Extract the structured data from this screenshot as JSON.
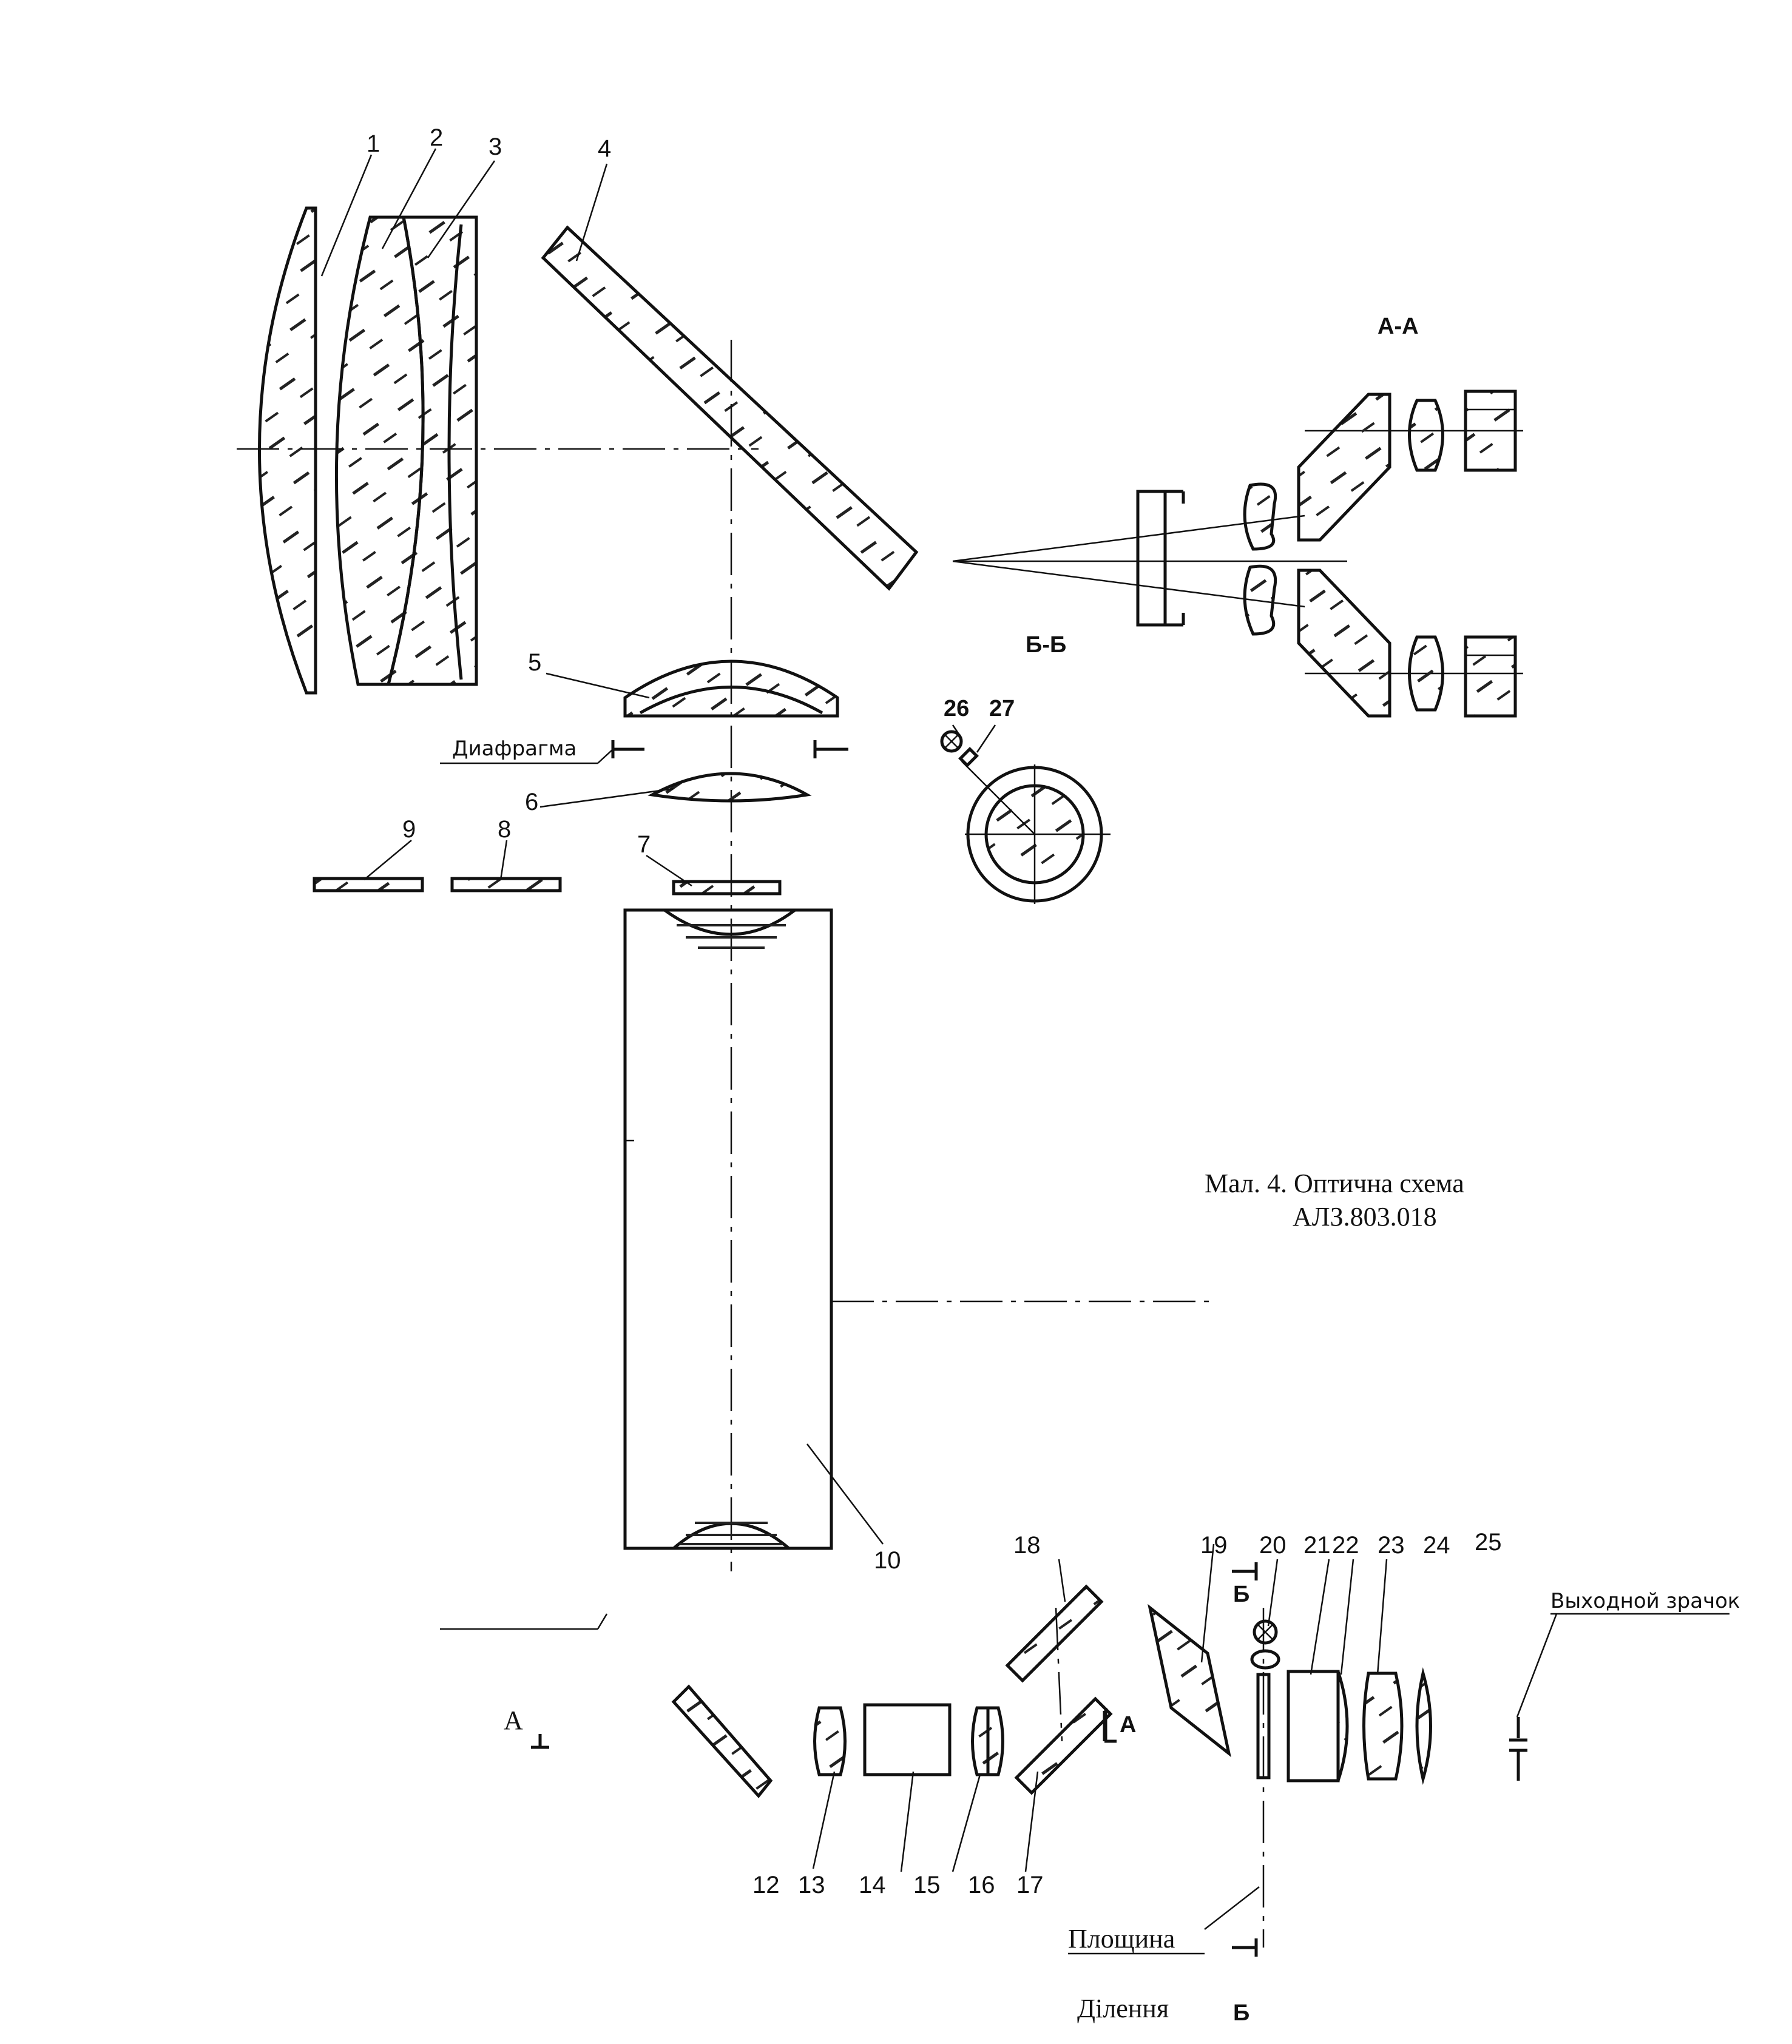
{
  "caption": {
    "line1": "Мал. 4. Оптична схема",
    "line2": "АЛЗ.803.018"
  },
  "section_labels": {
    "aa": "А-А",
    "bb": "Б-Б",
    "a_left": "А",
    "a_right": "А",
    "b_top": "Б",
    "b_bottom": "Б"
  },
  "annotations": {
    "diaphragm": "Диафрагма",
    "exit_pupil": "Выходной зрачок",
    "plane": "Площина",
    "division": "Ділення"
  },
  "part_numbers": [
    "1",
    "2",
    "3",
    "4",
    "5",
    "6",
    "7",
    "8",
    "9",
    "10",
    "12",
    "13",
    "14",
    "15",
    "16",
    "17",
    "18",
    "19",
    "20",
    "21",
    "22",
    "23",
    "24",
    "25",
    "26",
    "27"
  ]
}
